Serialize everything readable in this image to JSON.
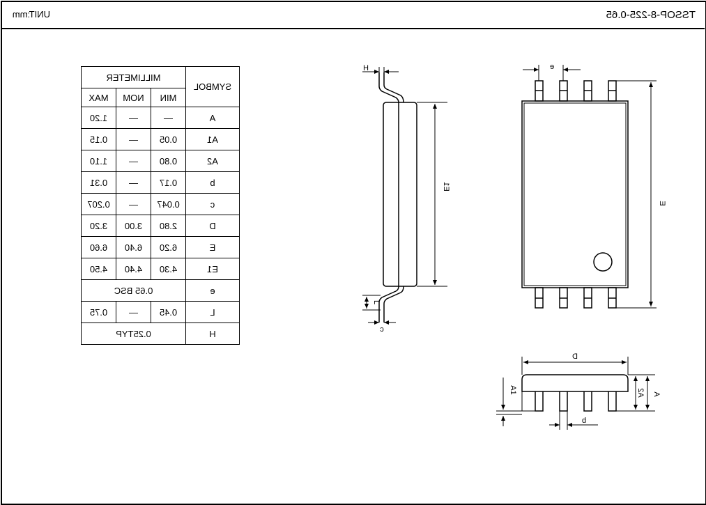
{
  "header": {
    "package_title": "TSSOP-8-225-0.65",
    "unit_label": "UNIT:mm"
  },
  "table": {
    "symbol_header": "SYMBOL",
    "group_header": "MILLIMETER",
    "col_min": "MIN",
    "col_nom": "NOM",
    "col_max": "MAX",
    "rows": [
      {
        "symbol": "A",
        "min": "—",
        "nom": "—",
        "max": "1.20"
      },
      {
        "symbol": "A1",
        "min": "0.05",
        "nom": "—",
        "max": "0.15"
      },
      {
        "symbol": "A2",
        "min": "0.80",
        "nom": "—",
        "max": "1.10"
      },
      {
        "symbol": "b",
        "min": "0.17",
        "nom": "—",
        "max": "0.31"
      },
      {
        "symbol": "c",
        "min": "0.047",
        "nom": "—",
        "max": "0.207"
      },
      {
        "symbol": "D",
        "min": "2.80",
        "nom": "3.00",
        "max": "3.20"
      },
      {
        "symbol": "E",
        "min": "6.20",
        "nom": "6.40",
        "max": "6.60"
      },
      {
        "symbol": "E1",
        "min": "4.30",
        "nom": "4.40",
        "max": "4.50"
      }
    ],
    "row_e": {
      "symbol": "e",
      "value": "0.65 BSC"
    },
    "row_l": {
      "symbol": "L",
      "min": "0.45",
      "nom": "—",
      "max": "0.75"
    },
    "row_h": {
      "symbol": "H",
      "value": "0.25TYP"
    }
  },
  "drawing_labels": {
    "side_H": "H",
    "side_E1": "E1",
    "side_L": "L",
    "side_c": "c",
    "top_e": "e",
    "top_E": "E",
    "bottom_D": "D",
    "bottom_A1": "A1",
    "bottom_A2": "A2",
    "bottom_A": "A",
    "bottom_b": "b"
  }
}
